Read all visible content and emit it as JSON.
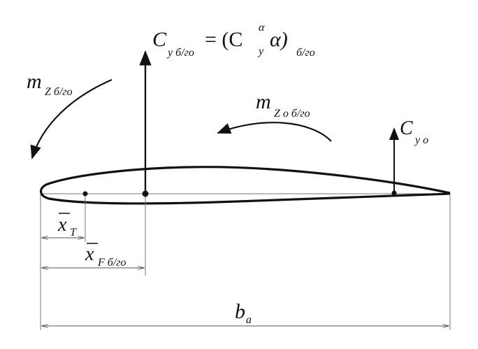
{
  "labels": {
    "cy_bgo_main": "C",
    "cy_bgo_main_sub": "y б/го",
    "cy_bgo_eq": "= (C",
    "cy_bgo_eq_sup": "α",
    "cy_bgo_eq_sub": "y",
    "cy_bgo_eq_alpha": "α)",
    "cy_bgo_eq_tail_sub": "б/го",
    "mz_bgo": "m",
    "mz_bgo_sub": "Z б/го",
    "mz_o_bgo": "m",
    "mz_o_bgo_sub": "Z o б/го",
    "cy_o": "C",
    "cy_o_sub": "y o",
    "x_t": "x",
    "x_t_sub": "T",
    "x_f_bgo": "x",
    "x_f_bgo_sub": "F б/го",
    "b_a": "b",
    "b_a_sub": "a"
  },
  "colors": {
    "ink": "#111111",
    "background": "#ffffff"
  }
}
